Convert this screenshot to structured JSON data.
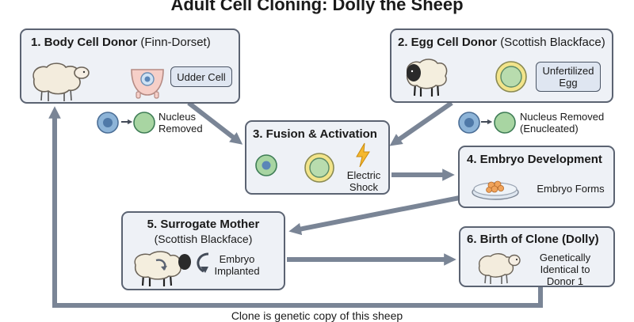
{
  "title": "Adult Cell Cloning: Dolly the Sheep",
  "footer": "Clone is genetic copy of this sheep",
  "steps": {
    "body_donor": {
      "title": "1. Body Cell Donor",
      "subtitle": "(Finn-Dorset)",
      "pill": "Udder Cell",
      "side_label": "Nucleus\nRemoved"
    },
    "egg_donor": {
      "title": "2. Egg Cell Donor",
      "subtitle": "(Scottish Blackface)",
      "pill": "Unfertilized\nEgg",
      "side_label": "Nucleus Removed\n(Enucleated)"
    },
    "fusion": {
      "title": "3. Fusion & Activation",
      "label": "Electric\nShock"
    },
    "embryo": {
      "title": "4. Embryo Development",
      "label": "Embryo Forms"
    },
    "surrogate": {
      "title": "5. Surrogate Mother",
      "subtitle": "(Scottish Blackface)",
      "label": "Embryo\nImplanted"
    },
    "birth": {
      "title": "6. Birth of Clone (Dolly)",
      "label": "Genetically\nIdentical to\nDonor 1"
    }
  },
  "colors": {
    "box_fill": "#eef1f6",
    "box_border": "#5b6372",
    "arrow": "#7a8596",
    "cell_blue": "#8db4d8",
    "cell_green": "#a8d5a2",
    "egg_yellow": "#f2e48a",
    "udder_pink": "#f6cfc8",
    "lightning": "#f5b82e"
  }
}
